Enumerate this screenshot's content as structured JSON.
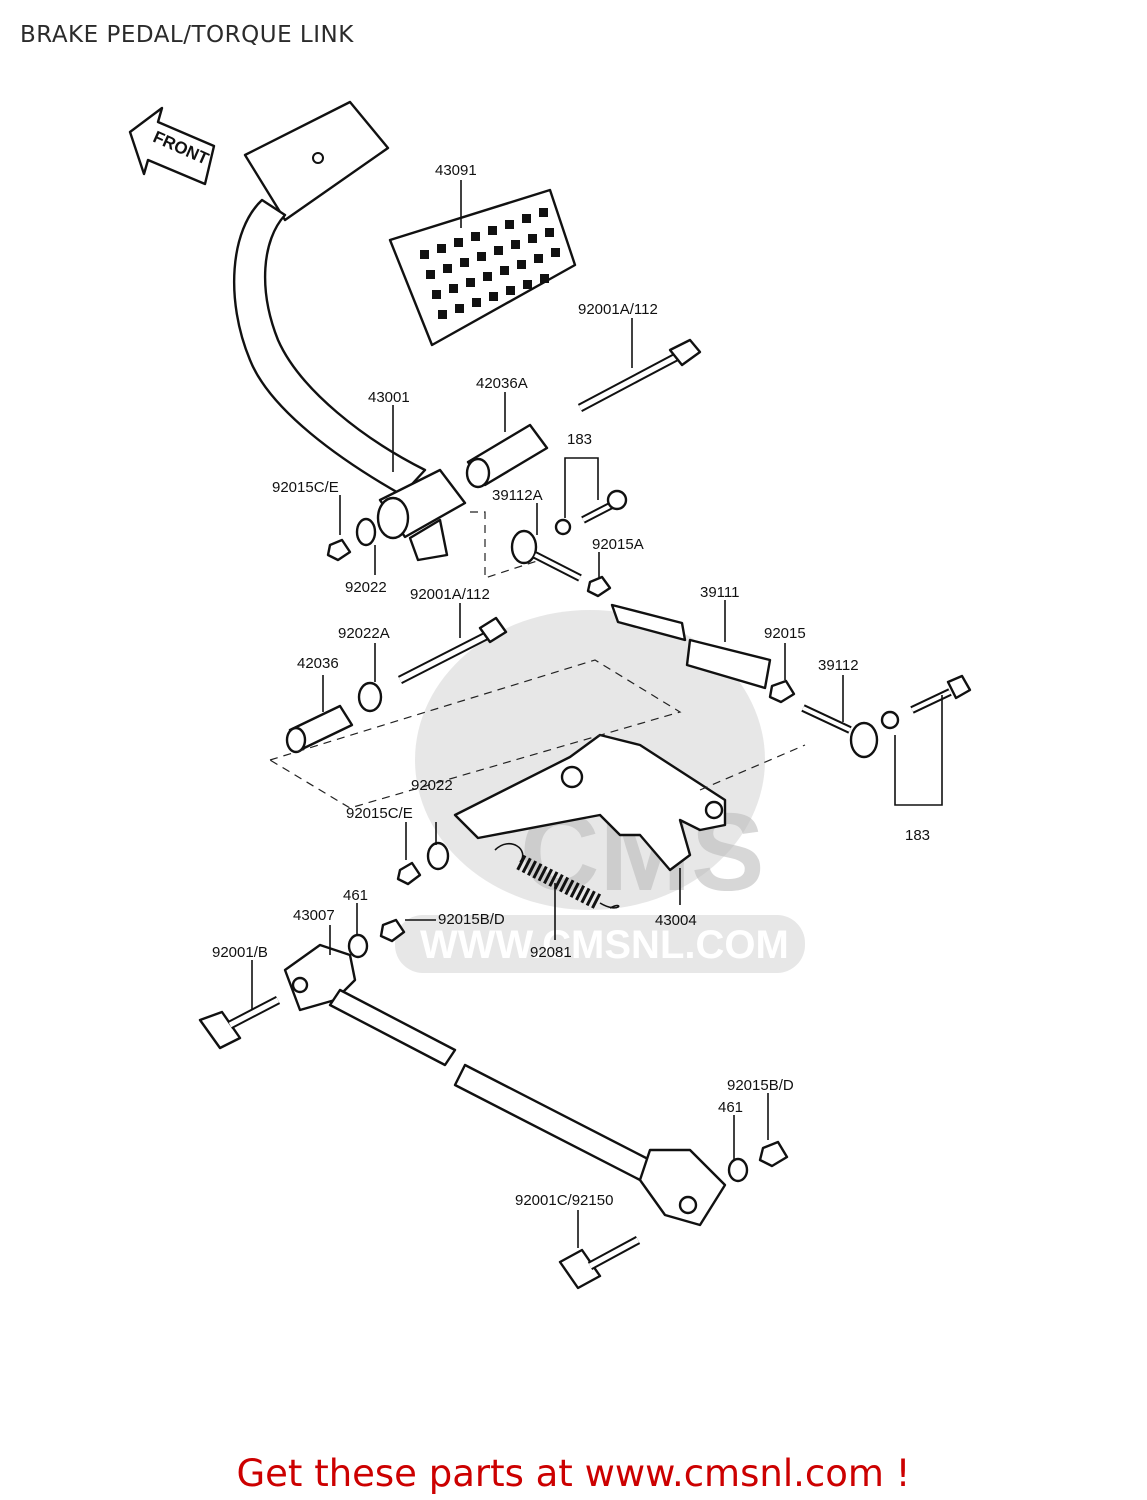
{
  "page": {
    "title": "BRAKE PEDAL/TORQUE LINK",
    "footer": "Get these parts at www.cmsnl.com !"
  },
  "diagram": {
    "front_arrow_text": "FRONT",
    "watermark_text": "WWW.CMSNL.COM",
    "watermark_logo_text": "CMS",
    "part_labels": [
      {
        "id": "p43091",
        "text": "43091"
      },
      {
        "id": "p92001A112_top",
        "text": "92001A/112"
      },
      {
        "id": "p42036A",
        "text": "42036A"
      },
      {
        "id": "p43001",
        "text": "43001"
      },
      {
        "id": "p183_top",
        "text": "183"
      },
      {
        "id": "p92015CE_top",
        "text": "92015C/E"
      },
      {
        "id": "p39112A",
        "text": "39112A"
      },
      {
        "id": "p92015A",
        "text": "92015A"
      },
      {
        "id": "p92022_top",
        "text": "92022"
      },
      {
        "id": "p92001A112_mid",
        "text": "92001A/112"
      },
      {
        "id": "p39111",
        "text": "39111"
      },
      {
        "id": "p92022A",
        "text": "92022A"
      },
      {
        "id": "p92015",
        "text": "92015"
      },
      {
        "id": "p42036",
        "text": "42036"
      },
      {
        "id": "p39112",
        "text": "39112"
      },
      {
        "id": "p92022_mid",
        "text": "92022"
      },
      {
        "id": "p92015CE_mid",
        "text": "92015C/E"
      },
      {
        "id": "p183_right",
        "text": "183"
      },
      {
        "id": "p461_top",
        "text": "461"
      },
      {
        "id": "p43007",
        "text": "43007"
      },
      {
        "id": "p92015BD_top",
        "text": "92015B/D"
      },
      {
        "id": "p43004",
        "text": "43004"
      },
      {
        "id": "p92001B",
        "text": "92001/B"
      },
      {
        "id": "p92081",
        "text": "92081"
      },
      {
        "id": "p92015BD_bot",
        "text": "92015B/D"
      },
      {
        "id": "p461_bot",
        "text": "461"
      },
      {
        "id": "p92001C92150",
        "text": "92001C/92150"
      }
    ]
  }
}
